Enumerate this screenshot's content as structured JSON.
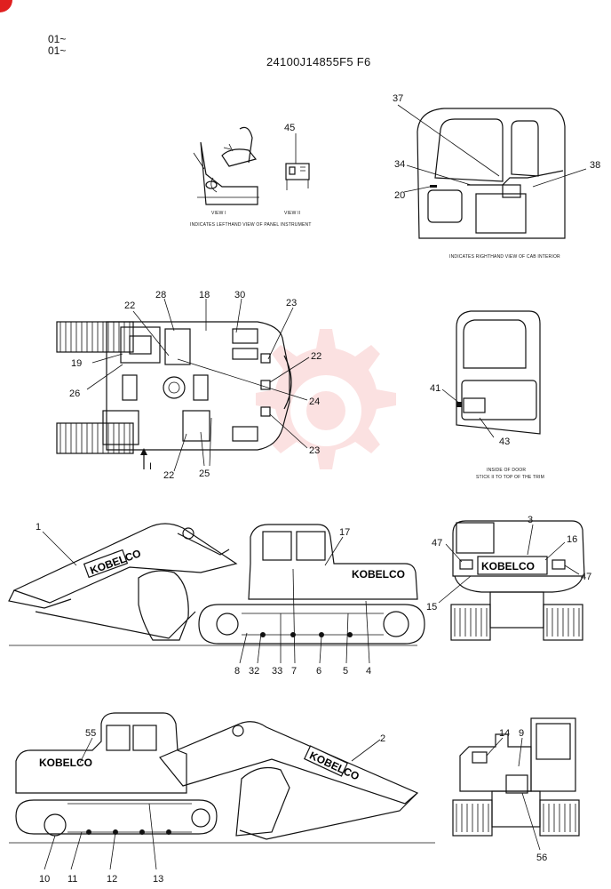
{
  "header": {
    "serial_line_1": "01~",
    "serial_line_2": "01~",
    "part_number": "24100J14855F5 F6"
  },
  "captions": {
    "view_i": "VIEW I",
    "view_ii": "VIEW II",
    "panel_view": "INDICATES LEFTHAND VIEW OF PANEL INSTRUMENT",
    "cab_view": "INDICATES RIGHTHAND VIEW OF CAB INTERIOR",
    "door_line_1": "INSIDE OF DOOR",
    "door_line_2": "STICK II TO TOP OF THE TRIM",
    "arrow_label": "I"
  },
  "brand": {
    "logo_text": "KOBELCO",
    "accent_color": "#e02020",
    "watermark_color": "#f28b8b"
  },
  "callouts": {
    "c1": "1",
    "c2": "2",
    "c3": "3",
    "c4": "4",
    "c5": "5",
    "c6": "6",
    "c7": "7",
    "c8": "8",
    "c9": "9",
    "c10": "10",
    "c11": "11",
    "c12": "12",
    "c13": "13",
    "c14": "14",
    "c15": "15",
    "c16": "16",
    "c17": "17",
    "c18": "18",
    "c19": "19",
    "c20": "20",
    "c22a": "22",
    "c22b": "22",
    "c22c": "22",
    "c23a": "23",
    "c23b": "23",
    "c24": "24",
    "c25": "25",
    "c26": "26",
    "c28": "28",
    "c30": "30",
    "c32": "32",
    "c33": "33",
    "c34": "34",
    "c37": "37",
    "c38": "38",
    "c41": "41",
    "c43": "43",
    "c45": "45",
    "c47a": "47",
    "c47b": "47",
    "c55": "55",
    "c56": "56"
  }
}
